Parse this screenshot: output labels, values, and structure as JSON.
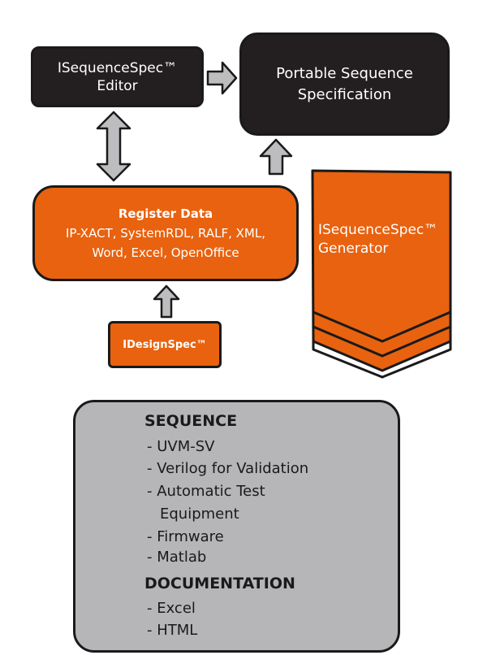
{
  "editor": {
    "line1": "ISequenceSpec™",
    "line2": "Editor"
  },
  "pss": {
    "line1": "Portable Sequence",
    "line2": "Specification"
  },
  "register": {
    "title": "Register Data",
    "line1": "IP-XACT, SystemRDL, RALF, XML,",
    "line2": "Word, Excel, OpenOffice"
  },
  "ids": {
    "label": "IDesignSpec™"
  },
  "generator": {
    "line1": "ISequenceSpec™",
    "line2": "Generator"
  },
  "outputs": {
    "sequence_header": "SEQUENCE",
    "sequence_items": [
      "- UVM-SV",
      "- Verilog for Validation",
      "- Automatic Test",
      "Equipment",
      "- Firmware",
      "- Matlab"
    ],
    "documentation_header": "DOCUMENTATION",
    "documentation_items": [
      "- Excel",
      "- HTML"
    ]
  },
  "colors": {
    "dark": "#231f20",
    "orange": "#e8620f",
    "grey": "#b6b6b8",
    "arrow": "#bdbdbf"
  }
}
